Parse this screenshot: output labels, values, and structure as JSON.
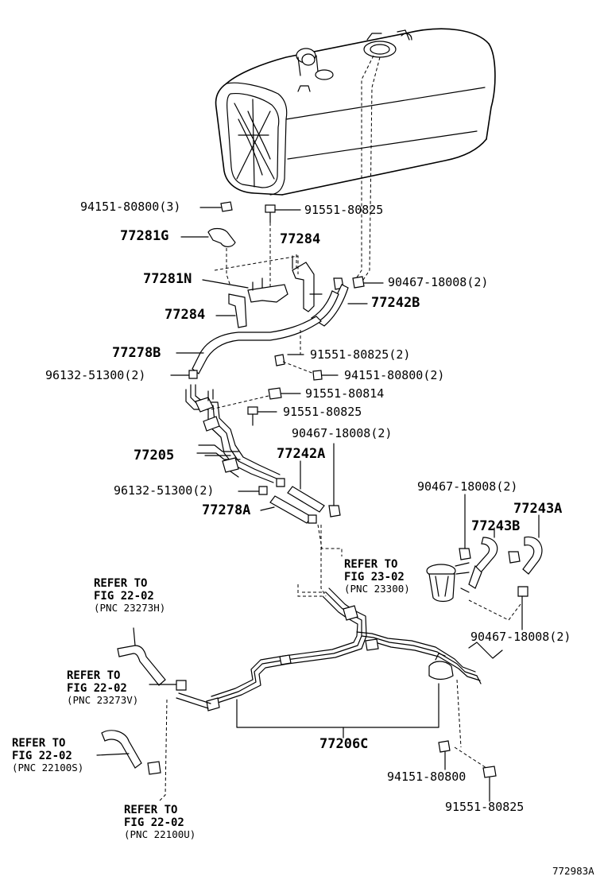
{
  "diagram_code": "772983A",
  "parts": [
    {
      "id": "p94151_3",
      "text": "94151-80800(3)"
    },
    {
      "id": "p91551_825_top",
      "text": "91551-80825"
    },
    {
      "id": "p77281G",
      "text": "77281G"
    },
    {
      "id": "p77284_a",
      "text": "77284"
    },
    {
      "id": "p77281N",
      "text": "77281N"
    },
    {
      "id": "p90467_top",
      "text": "90467-18008(2)"
    },
    {
      "id": "p77284_b",
      "text": "77284"
    },
    {
      "id": "p77242B",
      "text": "77242B"
    },
    {
      "id": "p77278B",
      "text": "77278B"
    },
    {
      "id": "p91551_825_2",
      "text": "91551-80825(2)"
    },
    {
      "id": "p96132_top",
      "text": "96132-51300(2)"
    },
    {
      "id": "p94151_2",
      "text": "94151-80800(2)"
    },
    {
      "id": "p91551_814",
      "text": "91551-80814"
    },
    {
      "id": "p91551_825_mid",
      "text": "91551-80825"
    },
    {
      "id": "p90467_mid",
      "text": "90467-18008(2)"
    },
    {
      "id": "p77205",
      "text": "77205"
    },
    {
      "id": "p77242A",
      "text": "77242A"
    },
    {
      "id": "p90467_right",
      "text": "90467-18008(2)"
    },
    {
      "id": "p96132_mid",
      "text": "96132-51300(2)"
    },
    {
      "id": "p77243A",
      "text": "77243A"
    },
    {
      "id": "p77278A",
      "text": "77278A"
    },
    {
      "id": "p77243B",
      "text": "77243B"
    },
    {
      "id": "p90467_low",
      "text": "90467-18008(2)"
    },
    {
      "id": "p77206C",
      "text": "77206C"
    },
    {
      "id": "p94151_low",
      "text": "94151-80800"
    },
    {
      "id": "p91551_825_low",
      "text": "91551-80825"
    }
  ],
  "refs": [
    {
      "id": "ref_23_02",
      "line1": "REFER TO",
      "line2": "FIG 23-02",
      "line3": "(PNC 23300)"
    },
    {
      "id": "ref_22_02_h",
      "line1": "REFER TO",
      "line2": "FIG 22-02",
      "line3": "(PNC 23273H)"
    },
    {
      "id": "ref_22_02_v",
      "line1": "REFER TO",
      "line2": "FIG 22-02",
      "line3": "(PNC 23273V)"
    },
    {
      "id": "ref_22_02_s",
      "line1": "REFER TO",
      "line2": "FIG 22-02",
      "line3": "(PNC 22100S)"
    },
    {
      "id": "ref_22_02_u",
      "line1": "REFER TO",
      "line2": "FIG 22-02",
      "line3": "(PNC 22100U)"
    }
  ]
}
